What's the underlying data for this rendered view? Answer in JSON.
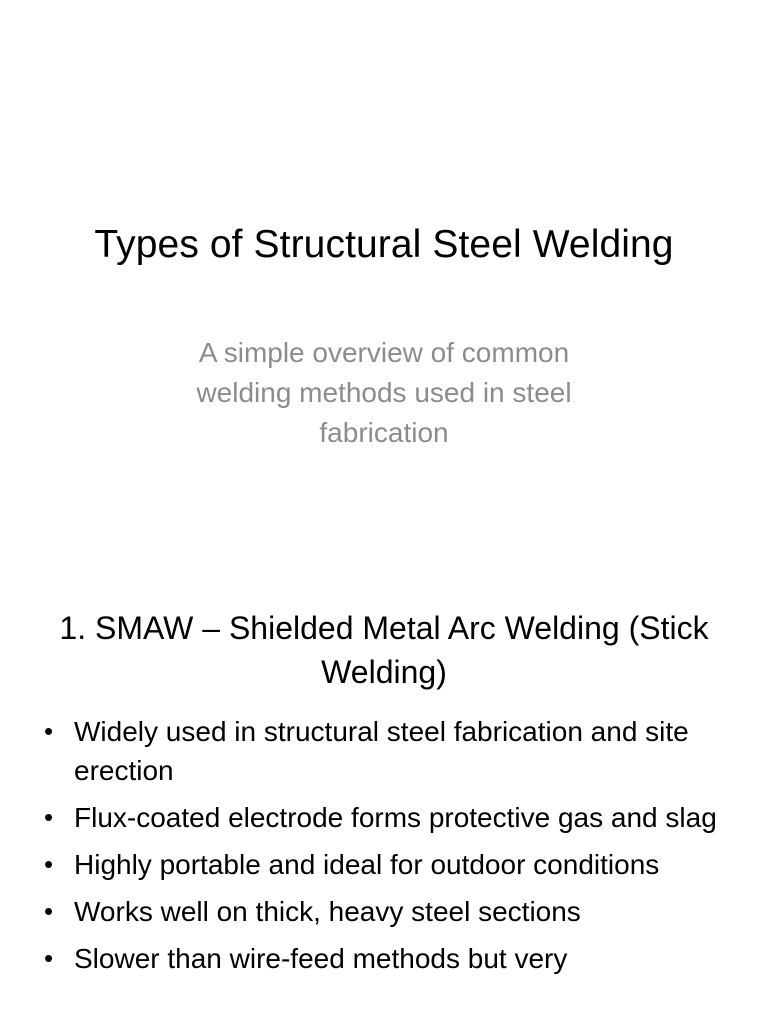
{
  "slide1": {
    "title": "Types of Structural Steel Welding",
    "subtitle": "A simple overview of common welding methods used in steel fabrication"
  },
  "slide2": {
    "heading": "1. SMAW – Shielded Metal Arc Welding (Stick Welding)",
    "bullets": [
      "Widely used in structural steel fabrication and site erection",
      "Flux-coated electrode forms protective gas and slag",
      "Highly portable and ideal for outdoor conditions",
      "Works well on thick, heavy steel sections",
      "Slower than wire-feed methods but very"
    ]
  }
}
